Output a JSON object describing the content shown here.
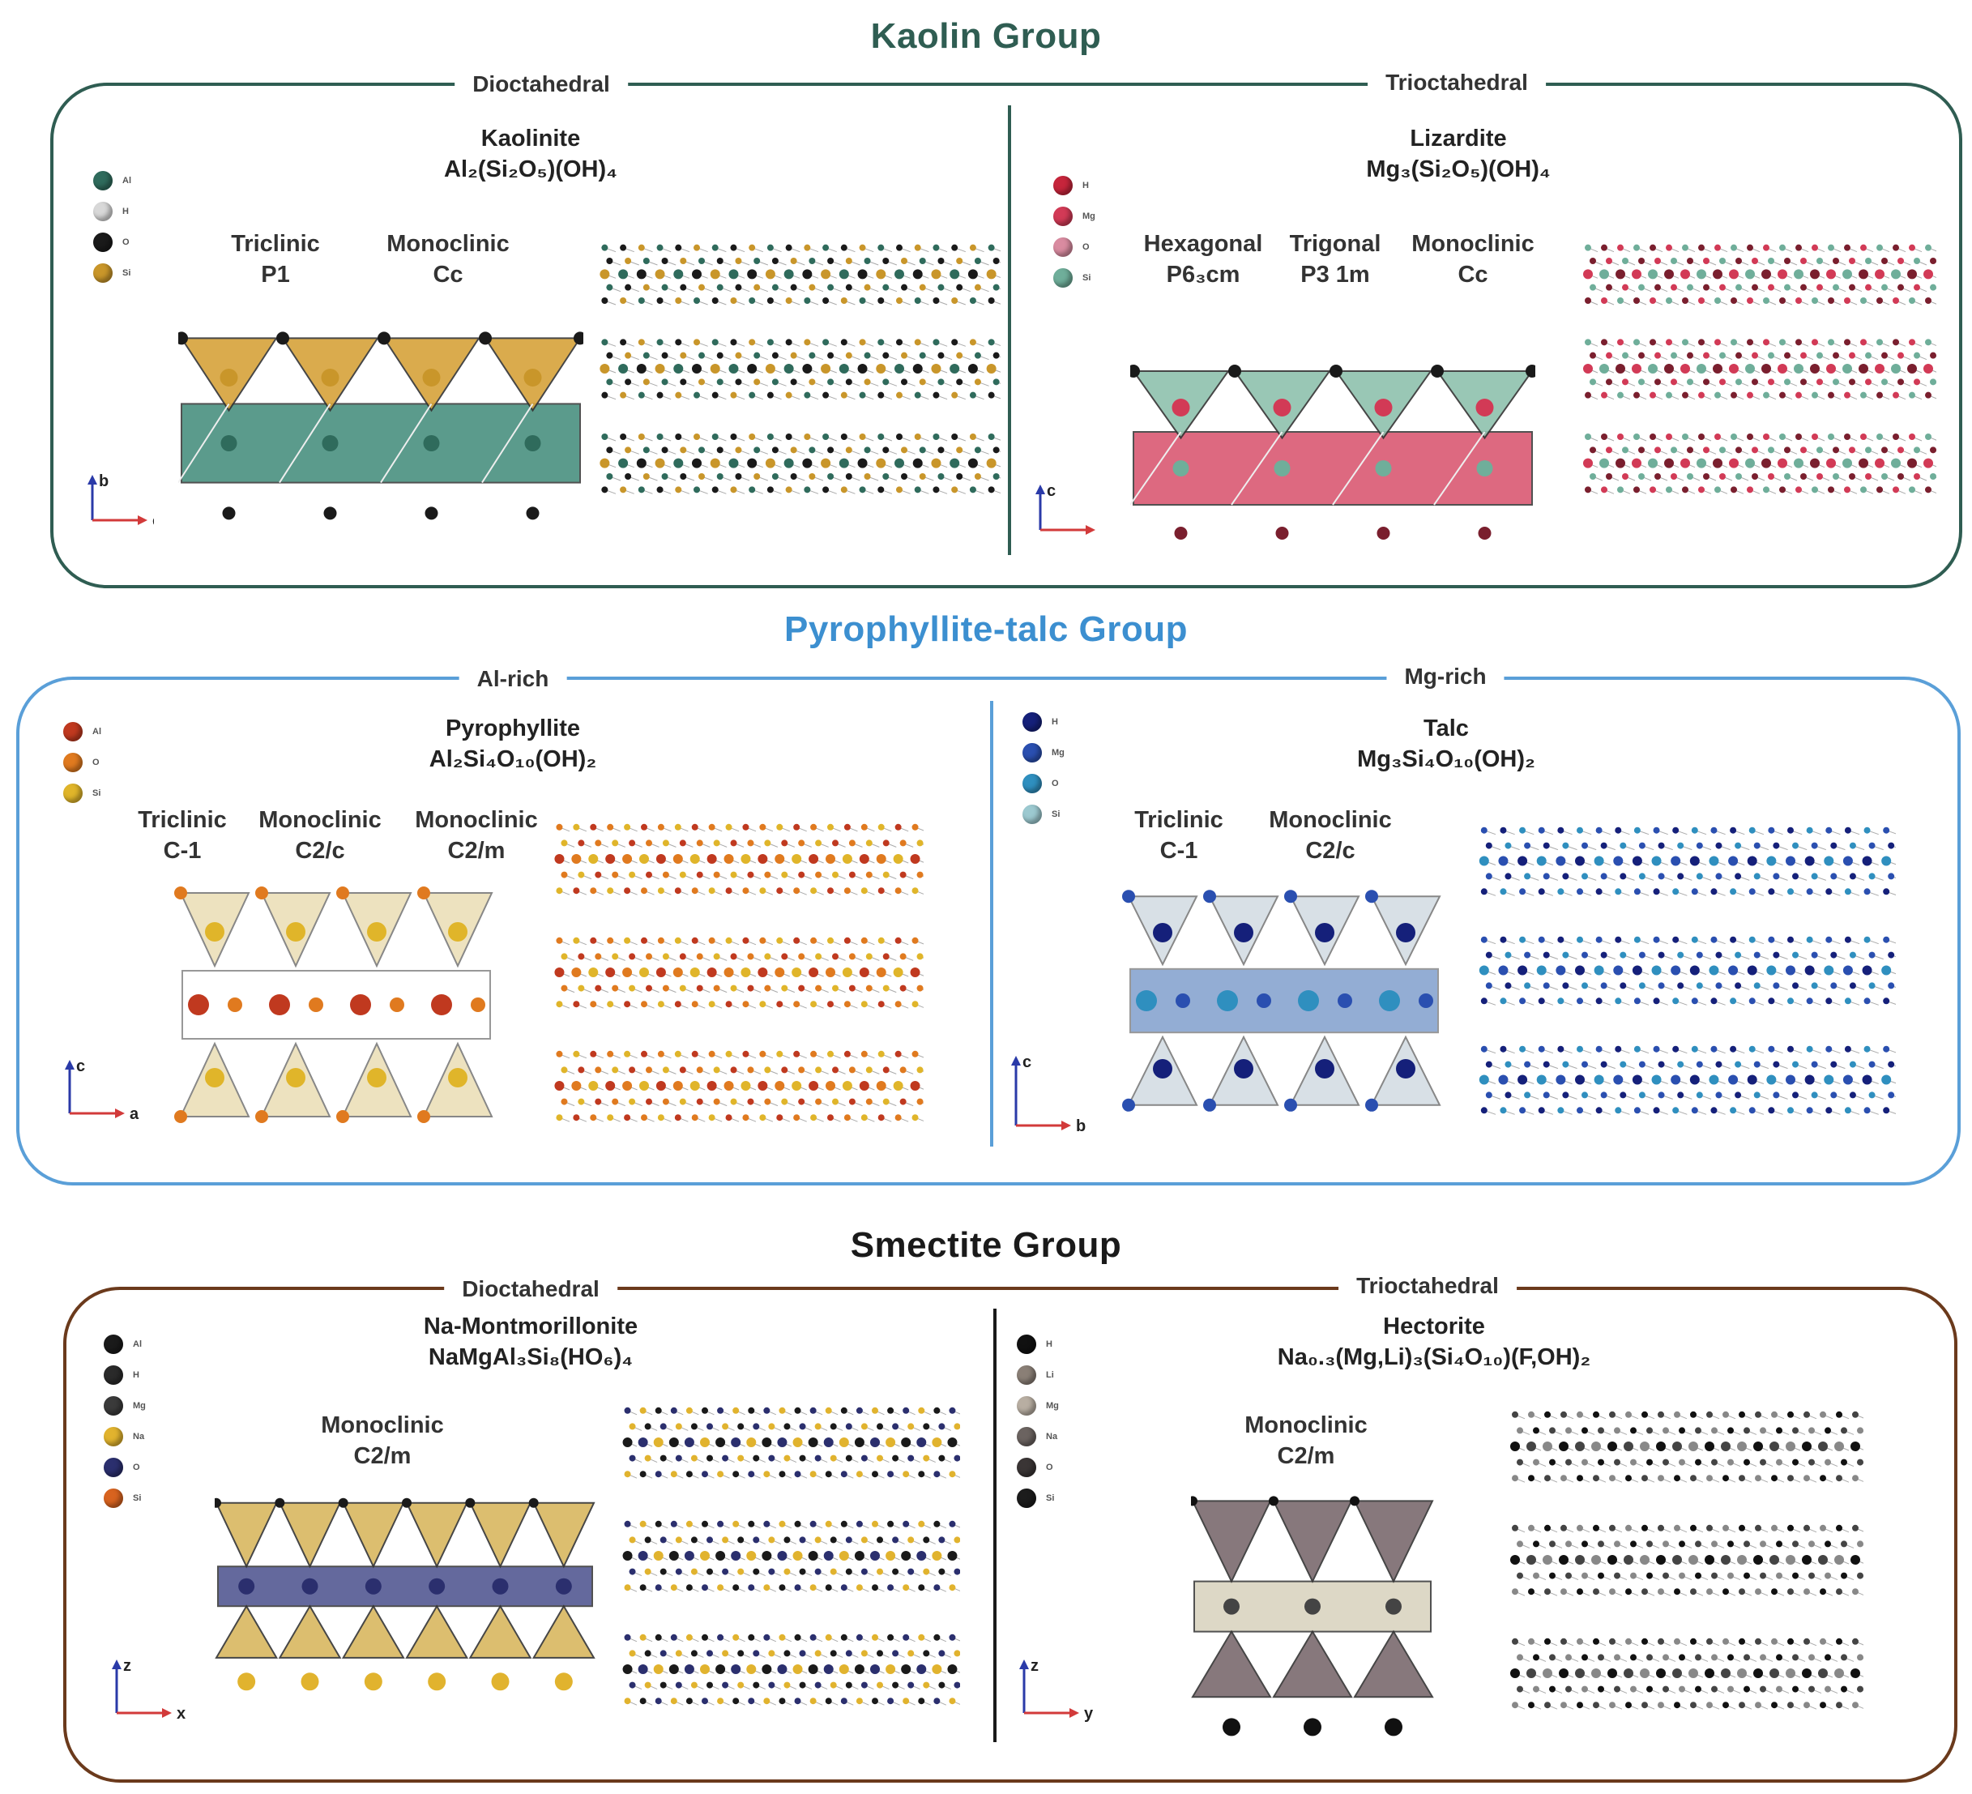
{
  "groups": [
    {
      "title": "Kaolin Group",
      "title_color": "#2f5d52",
      "border_color": "#2f5d52",
      "left": {
        "subtitle": "Dioctahedral",
        "mineral": "Kaolinite",
        "formula": "Al₂(Si₂O₅)(OH)₄",
        "symmetries": [
          {
            "system": "Triclinic",
            "space_group": "P1"
          },
          {
            "system": "Monoclinic",
            "space_group": "Cc"
          }
        ],
        "legend": [
          {
            "label": "Al",
            "color": "#2f6b5c"
          },
          {
            "label": "H",
            "color": "#d8d8d8"
          },
          {
            "label": "O",
            "color": "#1a1a1a"
          },
          {
            "label": "Si",
            "color": "#c9962a"
          }
        ],
        "axes": {
          "vertical": "b",
          "horizontal": "c"
        },
        "polyhedra_colors": {
          "top": "#d6a33a",
          "middle": "#3f8a78"
        },
        "atom_colors": [
          "#c9962a",
          "#2f6b5c",
          "#1a1a1a"
        ]
      },
      "right": {
        "subtitle": "Trioctahedral",
        "mineral": "Lizardite",
        "formula": "Mg₃(Si₂O₅)(OH)₄",
        "symmetries": [
          {
            "system": "Hexagonal",
            "space_group": "P6₃cm"
          },
          {
            "system": "Trigonal",
            "space_group": "P3 1m"
          },
          {
            "system": "Monoclinic",
            "space_group": "Cc"
          }
        ],
        "legend": [
          {
            "label": "H",
            "color": "#c6253b"
          },
          {
            "label": "Mg",
            "color": "#d23a56"
          },
          {
            "label": "O",
            "color": "#d98ba0"
          },
          {
            "label": "Si",
            "color": "#6fae9a"
          }
        ],
        "axes": {
          "vertical": "c",
          "horizontal": ""
        },
        "polyhedra_colors": {
          "top": "#8fc1ad",
          "middle": "#d8506b"
        },
        "atom_colors": [
          "#d23a56",
          "#6fae9a",
          "#7a1f2e"
        ]
      }
    },
    {
      "title": "Pyrophyllite-talc Group",
      "title_color": "#3c8fd0",
      "border_color": "#5a9fd8",
      "left": {
        "subtitle": "Al-rich",
        "mineral": "Pyrophyllite",
        "formula": "Al₂Si₄O₁₀(OH)₂",
        "symmetries": [
          {
            "system": "Triclinic",
            "space_group": "C-1"
          },
          {
            "system": "Monoclinic",
            "space_group": "C2/c"
          },
          {
            "system": "Monoclinic",
            "space_group": "C2/m"
          }
        ],
        "legend": [
          {
            "label": "Al",
            "color": "#c0391f"
          },
          {
            "label": "O",
            "color": "#e07a1f"
          },
          {
            "label": "Si",
            "color": "#e0b52a"
          }
        ],
        "axes": {
          "vertical": "c",
          "horizontal": "a"
        },
        "polyhedra_colors": {
          "top": "#e6d7a4",
          "middle": "#ffffff"
        },
        "atom_colors": [
          "#c0391f",
          "#e07a1f",
          "#e0b52a"
        ]
      },
      "right": {
        "subtitle": "Mg-rich",
        "mineral": "Talc",
        "formula": "Mg₃Si₄O₁₀(OH)₂",
        "symmetries": [
          {
            "system": "Triclinic",
            "space_group": "C-1"
          },
          {
            "system": "Monoclinic",
            "space_group": "C2/c"
          }
        ],
        "legend": [
          {
            "label": "H",
            "color": "#15207a"
          },
          {
            "label": "Mg",
            "color": "#2a4fb0"
          },
          {
            "label": "O",
            "color": "#2f8fbf"
          },
          {
            "label": "Si",
            "color": "#9cc9d0"
          }
        ],
        "axes": {
          "vertical": "c",
          "horizontal": "b"
        },
        "polyhedra_colors": {
          "top": "#c8d4dc",
          "middle": "#4d78b8"
        },
        "atom_colors": [
          "#2f8fbf",
          "#2a4fb0",
          "#15207a"
        ]
      }
    },
    {
      "title": "Smectite Group",
      "title_color": "#1a1a1a",
      "border_color": "#6b3a1c",
      "left": {
        "subtitle": "Dioctahedral",
        "mineral": "Na-Montmorillonite",
        "formula": "NaMgAl₃Si₈(HO₆)₄",
        "symmetries": [
          {
            "system": "Monoclinic",
            "space_group": "C2/m"
          }
        ],
        "legend": [
          {
            "label": "Al",
            "color": "#1a1a1a"
          },
          {
            "label": "H",
            "color": "#2a2a2a"
          },
          {
            "label": "Mg",
            "color": "#3a3a3a"
          },
          {
            "label": "Na",
            "color": "#e1b32e"
          },
          {
            "label": "O",
            "color": "#2b2f6e"
          },
          {
            "label": "Si",
            "color": "#d8631f"
          }
        ],
        "axes": {
          "vertical": "z",
          "horizontal": "x"
        },
        "polyhedra_colors": {
          "top": "#d9b860",
          "middle": "#4a4f8c"
        },
        "atom_colors": [
          "#1a1a1a",
          "#2b2f6e",
          "#e1b32e"
        ]
      },
      "right": {
        "subtitle": "Trioctahedral",
        "mineral": "Hectorite",
        "formula": "Na₀.₃(Mg,Li)₃(Si₄O₁₀)(F,OH)₂",
        "symmetries": [
          {
            "system": "Monoclinic",
            "space_group": "C2/m"
          }
        ],
        "legend": [
          {
            "label": "H",
            "color": "#111111"
          },
          {
            "label": "Li",
            "color": "#8a7f76"
          },
          {
            "label": "Mg",
            "color": "#b8aea2"
          },
          {
            "label": "Na",
            "color": "#6b6360"
          },
          {
            "label": "O",
            "color": "#3a3535"
          },
          {
            "label": "Si",
            "color": "#1c1c1c"
          }
        ],
        "axes": {
          "vertical": "z",
          "horizontal": "y"
        },
        "polyhedra_colors": {
          "top": "#7b6a6e",
          "middle": "#d8d2bd"
        },
        "atom_colors": [
          "#111111",
          "#444444",
          "#888888"
        ]
      }
    }
  ]
}
